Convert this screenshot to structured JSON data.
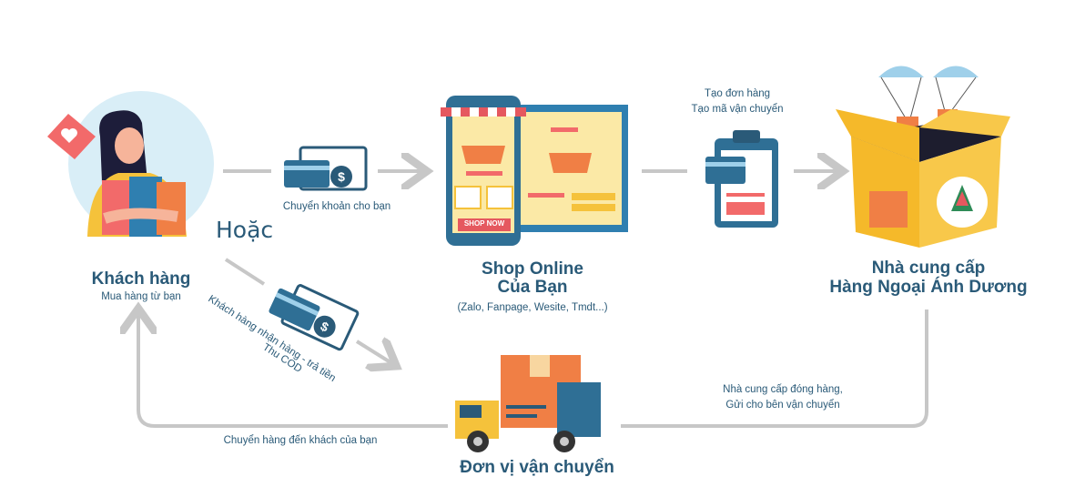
{
  "customer": {
    "title": "Khách hàng",
    "subtitle": "Mua hàng từ bạn"
  },
  "or_label": "Hoặc",
  "transfer_label": "Chuyển khoản cho bạn",
  "cod_label": {
    "line1": "Khách hàng nhận hàng - trả tiền",
    "line2": "Thu COD"
  },
  "shop": {
    "line1": "Shop Online",
    "line2": "Của Bạn",
    "note": "(Zalo, Fanpage, Wesite, Tmdt...)",
    "button": "SHOP NOW"
  },
  "order": {
    "line1": "Tạo đơn hàng",
    "line2": "Tạo mã vận chuyển"
  },
  "supplier": {
    "line1": "Nhà cung cấp",
    "line2": "Hàng Ngoại Ánh Dương"
  },
  "supplier_note": {
    "line1": "Nhà cung cấp đóng hàng,",
    "line2": "Gửi cho bên vận chuyển"
  },
  "delivery_label": "Chuyển hàng đến khách của bạn",
  "carrier": {
    "title": "Đơn vị vận chuyển"
  },
  "colors": {
    "accent": "#2a5a78",
    "orange": "#f07f45",
    "yellow": "#f5c23b",
    "gray": "#c7c7c7",
    "teal": "#2f6f95"
  }
}
